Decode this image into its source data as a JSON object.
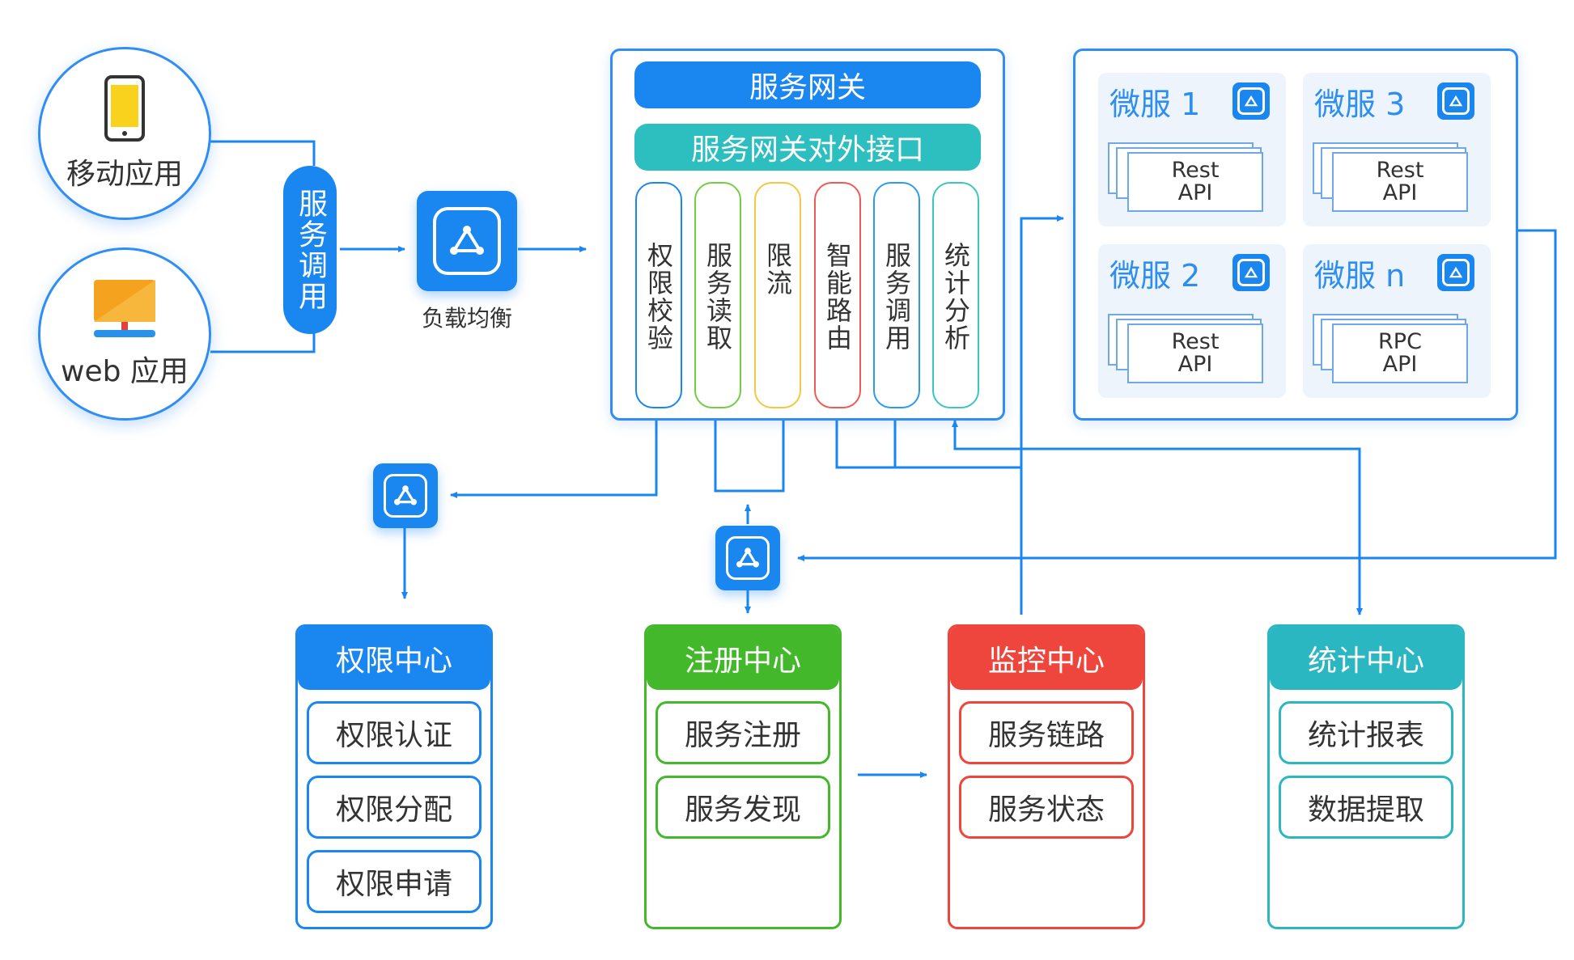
{
  "clients": {
    "mobile": "移动应用",
    "web": "web 应用"
  },
  "service_call_pill": "服务调用",
  "load_balancer": {
    "label": "负载均衡"
  },
  "gateway": {
    "title": "服务网关",
    "external_interface": "服务网关对外接口",
    "modules": [
      "权限校验",
      "服务读取",
      "限流",
      "智能路由",
      "服务调用",
      "统计分析"
    ]
  },
  "microservices": [
    {
      "name": "微服 1",
      "api": [
        "Rest",
        "API"
      ]
    },
    {
      "name": "微服 3",
      "api": [
        "Rest",
        "API"
      ]
    },
    {
      "name": "微服 2",
      "api": [
        "Rest",
        "API"
      ]
    },
    {
      "name": "微服 n",
      "api": [
        "RPC",
        "API"
      ]
    }
  ],
  "centers": [
    {
      "title": "权限中心",
      "items": [
        "权限认证",
        "权限分配",
        "权限申请"
      ]
    },
    {
      "title": "注册中心",
      "items": [
        "服务注册",
        "服务发现"
      ]
    },
    {
      "title": "监控中心",
      "items": [
        "服务链路",
        "服务状态"
      ]
    },
    {
      "title": "统计中心",
      "items": [
        "统计报表",
        "数据提取"
      ]
    }
  ],
  "colors": {
    "primary": "#1a86f0",
    "teal": "#2dbfbf",
    "green": "#43b82a",
    "red": "#ee463c",
    "cyan": "#2bb7c2",
    "lightblue_card": "#eef4fb",
    "module_borders": [
      "#1a86f0",
      "#74cc44",
      "#f5c640",
      "#ee5a55",
      "#2d9af0",
      "#3cc5c1"
    ]
  },
  "icons": {
    "client_mobile": "mobile-phone-icon",
    "client_web": "desktop-monitor-icon",
    "tile": "network-nodes-icon"
  }
}
